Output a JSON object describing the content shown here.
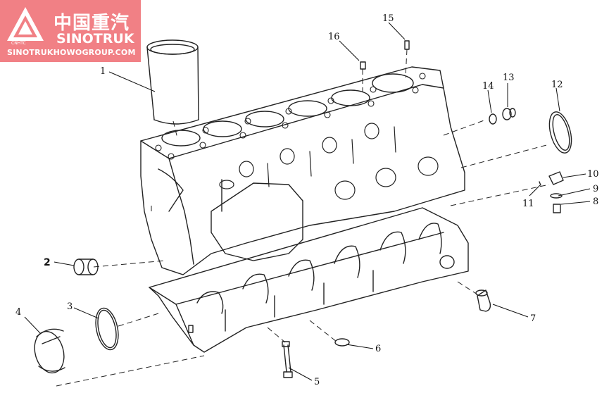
{
  "watermark": {
    "brand_cn": "中国重汽",
    "brand_en": "SINOTRUK",
    "emblem_text": "CNHTC",
    "website": "SINOTRUKHOWOGROUP.COM",
    "color": "#e9343b"
  },
  "callouts": [
    "1",
    "2",
    "3",
    "4",
    "5",
    "6",
    "7",
    "8",
    "9",
    "10",
    "11",
    "12",
    "13",
    "14",
    "15",
    "16"
  ],
  "colors": {
    "line": "#222222",
    "background": "#ffffff"
  }
}
